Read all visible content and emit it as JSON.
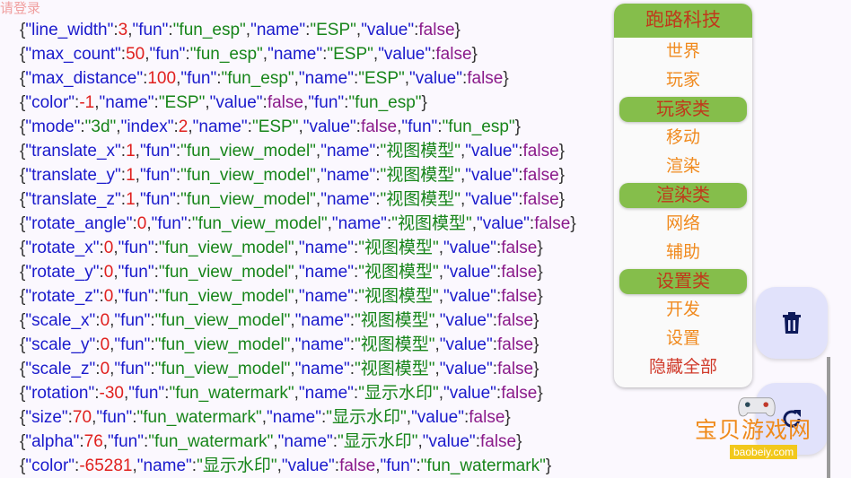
{
  "login_hint": "请登录",
  "colors": {
    "key": "#1a1acc",
    "number": "#e0201e",
    "string": "#17851a",
    "boolean": "#8a1a8a",
    "menu_green": "#85be4b",
    "menu_text": "#c0391b",
    "item_text": "#f08a1e",
    "fab_bg": "#e1e2fb"
  },
  "code_lines": [
    [
      [
        "{",
        "p"
      ],
      [
        "\"line_width\"",
        "k"
      ],
      [
        ":",
        "p"
      ],
      [
        "3",
        "n"
      ],
      [
        ",",
        "p"
      ],
      [
        "\"fun\"",
        "k"
      ],
      [
        ":",
        "p"
      ],
      [
        "\"fun_esp\"",
        "s"
      ],
      [
        ",",
        "p"
      ],
      [
        "\"name\"",
        "k"
      ],
      [
        ":",
        "p"
      ],
      [
        "\"ESP\"",
        "s"
      ],
      [
        ",",
        "p"
      ],
      [
        "\"value\"",
        "k"
      ],
      [
        ":",
        "p"
      ],
      [
        "false",
        "b"
      ],
      [
        "}",
        "p"
      ]
    ],
    [
      [
        "{",
        "p"
      ],
      [
        "\"max_count\"",
        "k"
      ],
      [
        ":",
        "p"
      ],
      [
        "50",
        "n"
      ],
      [
        ",",
        "p"
      ],
      [
        "\"fun\"",
        "k"
      ],
      [
        ":",
        "p"
      ],
      [
        "\"fun_esp\"",
        "s"
      ],
      [
        ",",
        "p"
      ],
      [
        "\"name\"",
        "k"
      ],
      [
        ":",
        "p"
      ],
      [
        "\"ESP\"",
        "s"
      ],
      [
        ",",
        "p"
      ],
      [
        "\"value\"",
        "k"
      ],
      [
        ":",
        "p"
      ],
      [
        "false",
        "b"
      ],
      [
        "}",
        "p"
      ]
    ],
    [
      [
        "{",
        "p"
      ],
      [
        "\"max_distance\"",
        "k"
      ],
      [
        ":",
        "p"
      ],
      [
        "100",
        "n"
      ],
      [
        ",",
        "p"
      ],
      [
        "\"fun\"",
        "k"
      ],
      [
        ":",
        "p"
      ],
      [
        "\"fun_esp\"",
        "s"
      ],
      [
        ",",
        "p"
      ],
      [
        "\"name\"",
        "k"
      ],
      [
        ":",
        "p"
      ],
      [
        "\"ESP\"",
        "s"
      ],
      [
        ",",
        "p"
      ],
      [
        "\"value\"",
        "k"
      ],
      [
        ":",
        "p"
      ],
      [
        "false",
        "b"
      ],
      [
        "}",
        "p"
      ]
    ],
    [
      [
        "{",
        "p"
      ],
      [
        "\"color\"",
        "k"
      ],
      [
        ":",
        "p"
      ],
      [
        "-1",
        "n"
      ],
      [
        ",",
        "p"
      ],
      [
        "\"name\"",
        "k"
      ],
      [
        ":",
        "p"
      ],
      [
        "\"ESP\"",
        "s"
      ],
      [
        ",",
        "p"
      ],
      [
        "\"value\"",
        "k"
      ],
      [
        ":",
        "p"
      ],
      [
        "false",
        "b"
      ],
      [
        ",",
        "p"
      ],
      [
        "\"fun\"",
        "k"
      ],
      [
        ":",
        "p"
      ],
      [
        "\"fun_esp\"",
        "s"
      ],
      [
        "}",
        "p"
      ]
    ],
    [
      [
        "{",
        "p"
      ],
      [
        "\"mode\"",
        "k"
      ],
      [
        ":",
        "p"
      ],
      [
        "\"3d\"",
        "s"
      ],
      [
        ",",
        "p"
      ],
      [
        "\"index\"",
        "k"
      ],
      [
        ":",
        "p"
      ],
      [
        "2",
        "n"
      ],
      [
        ",",
        "p"
      ],
      [
        "\"name\"",
        "k"
      ],
      [
        ":",
        "p"
      ],
      [
        "\"ESP\"",
        "s"
      ],
      [
        ",",
        "p"
      ],
      [
        "\"value\"",
        "k"
      ],
      [
        ":",
        "p"
      ],
      [
        "false",
        "b"
      ],
      [
        ",",
        "p"
      ],
      [
        "\"fun\"",
        "k"
      ],
      [
        ":",
        "p"
      ],
      [
        "\"fun_esp\"",
        "s"
      ],
      [
        "}",
        "p"
      ]
    ],
    [
      [
        "{",
        "p"
      ],
      [
        "\"translate_x\"",
        "k"
      ],
      [
        ":",
        "p"
      ],
      [
        "1",
        "n"
      ],
      [
        ",",
        "p"
      ],
      [
        "\"fun\"",
        "k"
      ],
      [
        ":",
        "p"
      ],
      [
        "\"fun_view_model\"",
        "s"
      ],
      [
        ",",
        "p"
      ],
      [
        "\"name\"",
        "k"
      ],
      [
        ":",
        "p"
      ],
      [
        "\"视图模型\"",
        "s"
      ],
      [
        ",",
        "p"
      ],
      [
        "\"value\"",
        "k"
      ],
      [
        ":",
        "p"
      ],
      [
        "false",
        "b"
      ],
      [
        "}",
        "p"
      ]
    ],
    [
      [
        "{",
        "p"
      ],
      [
        "\"translate_y\"",
        "k"
      ],
      [
        ":",
        "p"
      ],
      [
        "1",
        "n"
      ],
      [
        ",",
        "p"
      ],
      [
        "\"fun\"",
        "k"
      ],
      [
        ":",
        "p"
      ],
      [
        "\"fun_view_model\"",
        "s"
      ],
      [
        ",",
        "p"
      ],
      [
        "\"name\"",
        "k"
      ],
      [
        ":",
        "p"
      ],
      [
        "\"视图模型\"",
        "s"
      ],
      [
        ",",
        "p"
      ],
      [
        "\"value\"",
        "k"
      ],
      [
        ":",
        "p"
      ],
      [
        "false",
        "b"
      ],
      [
        "}",
        "p"
      ]
    ],
    [
      [
        "{",
        "p"
      ],
      [
        "\"translate_z\"",
        "k"
      ],
      [
        ":",
        "p"
      ],
      [
        "1",
        "n"
      ],
      [
        ",",
        "p"
      ],
      [
        "\"fun\"",
        "k"
      ],
      [
        ":",
        "p"
      ],
      [
        "\"fun_view_model\"",
        "s"
      ],
      [
        ",",
        "p"
      ],
      [
        "\"name\"",
        "k"
      ],
      [
        ":",
        "p"
      ],
      [
        "\"视图模型\"",
        "s"
      ],
      [
        ",",
        "p"
      ],
      [
        "\"value\"",
        "k"
      ],
      [
        ":",
        "p"
      ],
      [
        "false",
        "b"
      ],
      [
        "}",
        "p"
      ]
    ],
    [
      [
        "{",
        "p"
      ],
      [
        "\"rotate_angle\"",
        "k"
      ],
      [
        ":",
        "p"
      ],
      [
        "0",
        "n"
      ],
      [
        ",",
        "p"
      ],
      [
        "\"fun\"",
        "k"
      ],
      [
        ":",
        "p"
      ],
      [
        "\"fun_view_model\"",
        "s"
      ],
      [
        ",",
        "p"
      ],
      [
        "\"name\"",
        "k"
      ],
      [
        ":",
        "p"
      ],
      [
        "\"视图模型\"",
        "s"
      ],
      [
        ",",
        "p"
      ],
      [
        "\"value\"",
        "k"
      ],
      [
        ":",
        "p"
      ],
      [
        "false",
        "b"
      ],
      [
        "}",
        "p"
      ]
    ],
    [
      [
        "{",
        "p"
      ],
      [
        "\"rotate_x\"",
        "k"
      ],
      [
        ":",
        "p"
      ],
      [
        "0",
        "n"
      ],
      [
        ",",
        "p"
      ],
      [
        "\"fun\"",
        "k"
      ],
      [
        ":",
        "p"
      ],
      [
        "\"fun_view_model\"",
        "s"
      ],
      [
        ",",
        "p"
      ],
      [
        "\"name\"",
        "k"
      ],
      [
        ":",
        "p"
      ],
      [
        "\"视图模型\"",
        "s"
      ],
      [
        ",",
        "p"
      ],
      [
        "\"value\"",
        "k"
      ],
      [
        ":",
        "p"
      ],
      [
        "false",
        "b"
      ],
      [
        "}",
        "p"
      ]
    ],
    [
      [
        "{",
        "p"
      ],
      [
        "\"rotate_y\"",
        "k"
      ],
      [
        ":",
        "p"
      ],
      [
        "0",
        "n"
      ],
      [
        ",",
        "p"
      ],
      [
        "\"fun\"",
        "k"
      ],
      [
        ":",
        "p"
      ],
      [
        "\"fun_view_model\"",
        "s"
      ],
      [
        ",",
        "p"
      ],
      [
        "\"name\"",
        "k"
      ],
      [
        ":",
        "p"
      ],
      [
        "\"视图模型\"",
        "s"
      ],
      [
        ",",
        "p"
      ],
      [
        "\"value\"",
        "k"
      ],
      [
        ":",
        "p"
      ],
      [
        "false",
        "b"
      ],
      [
        "}",
        "p"
      ]
    ],
    [
      [
        "{",
        "p"
      ],
      [
        "\"rotate_z\"",
        "k"
      ],
      [
        ":",
        "p"
      ],
      [
        "0",
        "n"
      ],
      [
        ",",
        "p"
      ],
      [
        "\"fun\"",
        "k"
      ],
      [
        ":",
        "p"
      ],
      [
        "\"fun_view_model\"",
        "s"
      ],
      [
        ",",
        "p"
      ],
      [
        "\"name\"",
        "k"
      ],
      [
        ":",
        "p"
      ],
      [
        "\"视图模型\"",
        "s"
      ],
      [
        ",",
        "p"
      ],
      [
        "\"value\"",
        "k"
      ],
      [
        ":",
        "p"
      ],
      [
        "false",
        "b"
      ],
      [
        "}",
        "p"
      ]
    ],
    [
      [
        "{",
        "p"
      ],
      [
        "\"scale_x\"",
        "k"
      ],
      [
        ":",
        "p"
      ],
      [
        "0",
        "n"
      ],
      [
        ",",
        "p"
      ],
      [
        "\"fun\"",
        "k"
      ],
      [
        ":",
        "p"
      ],
      [
        "\"fun_view_model\"",
        "s"
      ],
      [
        ",",
        "p"
      ],
      [
        "\"name\"",
        "k"
      ],
      [
        ":",
        "p"
      ],
      [
        "\"视图模型\"",
        "s"
      ],
      [
        ",",
        "p"
      ],
      [
        "\"value\"",
        "k"
      ],
      [
        ":",
        "p"
      ],
      [
        "false",
        "b"
      ],
      [
        "}",
        "p"
      ]
    ],
    [
      [
        "{",
        "p"
      ],
      [
        "\"scale_y\"",
        "k"
      ],
      [
        ":",
        "p"
      ],
      [
        "0",
        "n"
      ],
      [
        ",",
        "p"
      ],
      [
        "\"fun\"",
        "k"
      ],
      [
        ":",
        "p"
      ],
      [
        "\"fun_view_model\"",
        "s"
      ],
      [
        ",",
        "p"
      ],
      [
        "\"name\"",
        "k"
      ],
      [
        ":",
        "p"
      ],
      [
        "\"视图模型\"",
        "s"
      ],
      [
        ",",
        "p"
      ],
      [
        "\"value\"",
        "k"
      ],
      [
        ":",
        "p"
      ],
      [
        "false",
        "b"
      ],
      [
        "}",
        "p"
      ]
    ],
    [
      [
        "{",
        "p"
      ],
      [
        "\"scale_z\"",
        "k"
      ],
      [
        ":",
        "p"
      ],
      [
        "0",
        "n"
      ],
      [
        ",",
        "p"
      ],
      [
        "\"fun\"",
        "k"
      ],
      [
        ":",
        "p"
      ],
      [
        "\"fun_view_model\"",
        "s"
      ],
      [
        ",",
        "p"
      ],
      [
        "\"name\"",
        "k"
      ],
      [
        ":",
        "p"
      ],
      [
        "\"视图模型\"",
        "s"
      ],
      [
        ",",
        "p"
      ],
      [
        "\"value\"",
        "k"
      ],
      [
        ":",
        "p"
      ],
      [
        "false",
        "b"
      ],
      [
        "}",
        "p"
      ]
    ],
    [
      [
        "{",
        "p"
      ],
      [
        "\"rotation\"",
        "k"
      ],
      [
        ":",
        "p"
      ],
      [
        "-30",
        "n"
      ],
      [
        ",",
        "p"
      ],
      [
        "\"fun\"",
        "k"
      ],
      [
        ":",
        "p"
      ],
      [
        "\"fun_watermark\"",
        "s"
      ],
      [
        ",",
        "p"
      ],
      [
        "\"name\"",
        "k"
      ],
      [
        ":",
        "p"
      ],
      [
        "\"显示水印\"",
        "s"
      ],
      [
        ",",
        "p"
      ],
      [
        "\"value\"",
        "k"
      ],
      [
        ":",
        "p"
      ],
      [
        "false",
        "b"
      ],
      [
        "}",
        "p"
      ]
    ],
    [
      [
        "{",
        "p"
      ],
      [
        "\"size\"",
        "k"
      ],
      [
        ":",
        "p"
      ],
      [
        "70",
        "n"
      ],
      [
        ",",
        "p"
      ],
      [
        "\"fun\"",
        "k"
      ],
      [
        ":",
        "p"
      ],
      [
        "\"fun_watermark\"",
        "s"
      ],
      [
        ",",
        "p"
      ],
      [
        "\"name\"",
        "k"
      ],
      [
        ":",
        "p"
      ],
      [
        "\"显示水印\"",
        "s"
      ],
      [
        ",",
        "p"
      ],
      [
        "\"value\"",
        "k"
      ],
      [
        ":",
        "p"
      ],
      [
        "false",
        "b"
      ],
      [
        "}",
        "p"
      ]
    ],
    [
      [
        "{",
        "p"
      ],
      [
        "\"alpha\"",
        "k"
      ],
      [
        ":",
        "p"
      ],
      [
        "76",
        "n"
      ],
      [
        ",",
        "p"
      ],
      [
        "\"fun\"",
        "k"
      ],
      [
        ":",
        "p"
      ],
      [
        "\"fun_watermark\"",
        "s"
      ],
      [
        ",",
        "p"
      ],
      [
        "\"name\"",
        "k"
      ],
      [
        ":",
        "p"
      ],
      [
        "\"显示水印\"",
        "s"
      ],
      [
        ",",
        "p"
      ],
      [
        "\"value\"",
        "k"
      ],
      [
        ":",
        "p"
      ],
      [
        "false",
        "b"
      ],
      [
        "}",
        "p"
      ]
    ],
    [
      [
        "{",
        "p"
      ],
      [
        "\"color\"",
        "k"
      ],
      [
        ":",
        "p"
      ],
      [
        "-65281",
        "n"
      ],
      [
        ",",
        "p"
      ],
      [
        "\"name\"",
        "k"
      ],
      [
        ":",
        "p"
      ],
      [
        "\"显示水印\"",
        "s"
      ],
      [
        ",",
        "p"
      ],
      [
        "\"value\"",
        "k"
      ],
      [
        ":",
        "p"
      ],
      [
        "false",
        "b"
      ],
      [
        ",",
        "p"
      ],
      [
        "\"fun\"",
        "k"
      ],
      [
        ":",
        "p"
      ],
      [
        "\"fun_watermark\"",
        "s"
      ],
      [
        "}",
        "p"
      ]
    ]
  ],
  "menu": {
    "title": "跑路科技",
    "items": [
      "世界",
      "玩家",
      "移动",
      "渲染",
      "网络",
      "辅助",
      "开发",
      "设置"
    ],
    "hide_all": "隐藏全部",
    "categories": [
      "玩家类",
      "渲染类",
      "设置类"
    ]
  },
  "fabs": {
    "delete_icon": "trash-icon",
    "refresh_icon": "refresh-icon"
  },
  "watermark": {
    "name": "宝贝游戏网",
    "url": "baobeiy.com"
  }
}
